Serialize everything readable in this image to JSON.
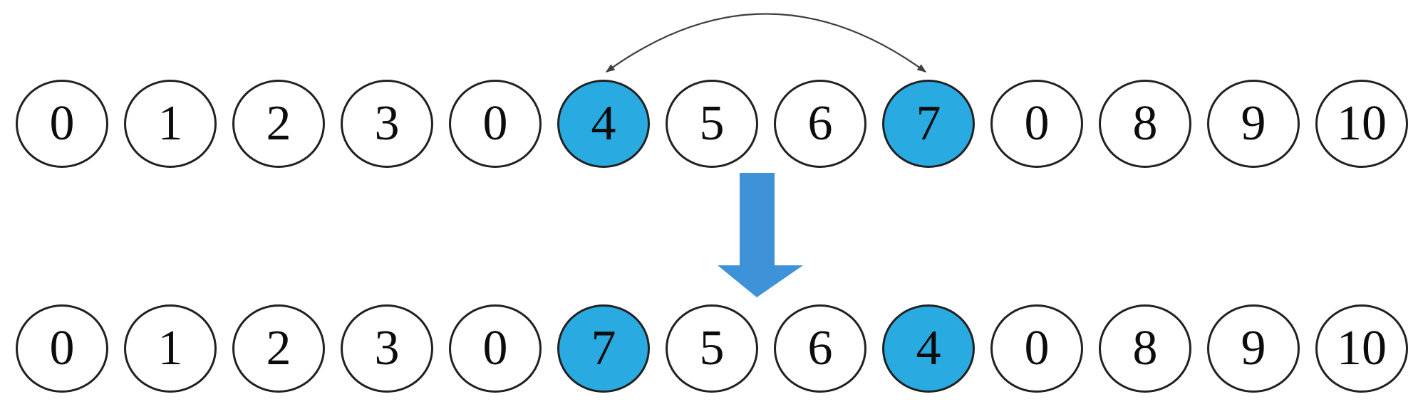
{
  "colors": {
    "circle_fill": "#FFFFFF",
    "circle_stroke": "#212121",
    "highlight_fill": "#29ABE2",
    "swap_arc_color": "#3F3F3F",
    "transform_arrow_color": "#3D92D8",
    "digit_color": "#0C0C0C"
  },
  "rows": {
    "before": {
      "values": [
        "0",
        "1",
        "2",
        "3",
        "0",
        "4",
        "5",
        "6",
        "7",
        "0",
        "8",
        "9",
        "10"
      ],
      "highlighted_indices": [
        5,
        8
      ]
    },
    "after": {
      "values": [
        "0",
        "1",
        "2",
        "3",
        "0",
        "7",
        "5",
        "6",
        "4",
        "0",
        "8",
        "9",
        "10"
      ],
      "highlighted_indices": [
        5,
        8
      ]
    }
  }
}
